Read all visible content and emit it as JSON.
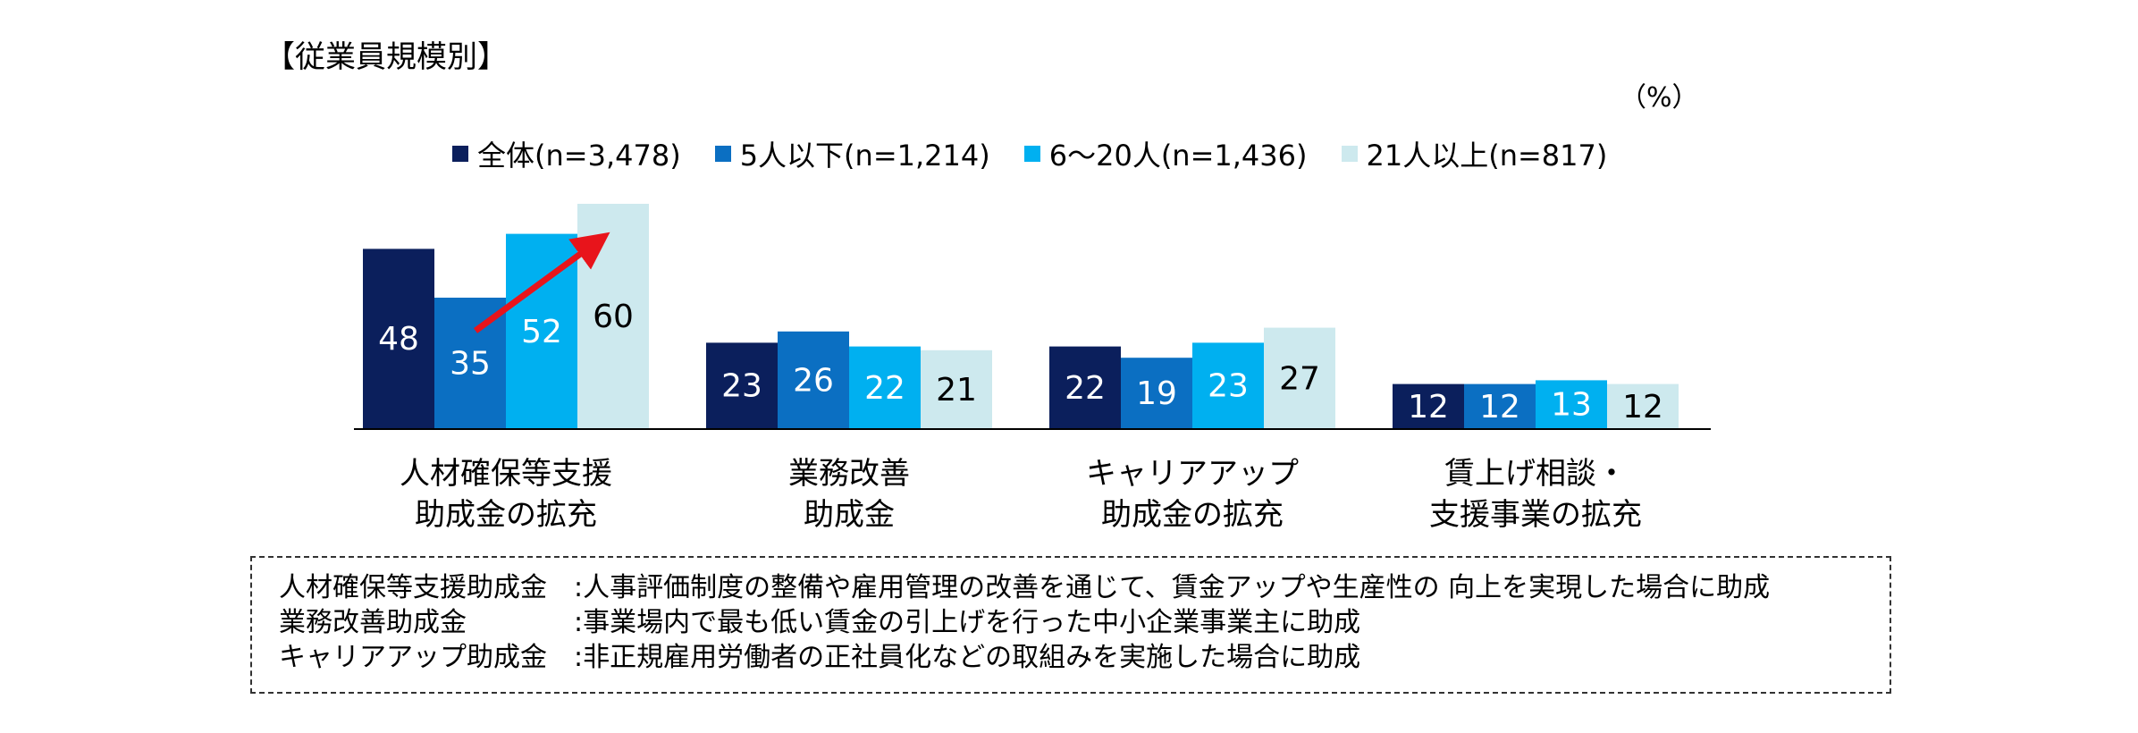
{
  "header": {
    "title": "【従業員規模別】",
    "unit": "（%）"
  },
  "colors": {
    "all": "#0b1f5c",
    "small": "#0b6fc2",
    "mid": "#00b0f0",
    "large": "#cde9ee",
    "arrow": "#e8141b"
  },
  "chart_data": {
    "type": "bar",
    "categories": [
      {
        "line1": "人材確保等支援",
        "line2": "助成金の拡充"
      },
      {
        "line1": "業務改善",
        "line2": "助成金"
      },
      {
        "line1": "キャリアアップ",
        "line2": "助成金の拡充"
      },
      {
        "line1": "賃上げ相談・",
        "line2": "支援事業の拡充"
      }
    ],
    "series": [
      {
        "name": "全体(n=3,478)",
        "values": [
          48,
          23,
          22,
          12
        ]
      },
      {
        "name": "5人以下(n=1,214)",
        "values": [
          35,
          26,
          19,
          12
        ]
      },
      {
        "name": "6～20人(n=1,436)",
        "values": [
          52,
          22,
          23,
          13
        ]
      },
      {
        "name": "21人以上(n=817)",
        "values": [
          60,
          21,
          27,
          12
        ]
      }
    ],
    "ylim": [
      0,
      60
    ],
    "legend_position": "top",
    "grid": false
  },
  "notes": [
    {
      "label": "人材確保等支援助成金",
      "text": ":人事評価制度の整備や雇用管理の改善を通じて、賃金アップや生産性の 向上を実現した場合に助成"
    },
    {
      "label": "業務改善助成金",
      "text": ":事業場内で最も低い賃金の引上げを行った中小企業事業主に助成"
    },
    {
      "label": "キャリアアップ助成金",
      "text": ":非正規雇用労働者の正社員化などの取組みを実施した場合に助成"
    }
  ]
}
